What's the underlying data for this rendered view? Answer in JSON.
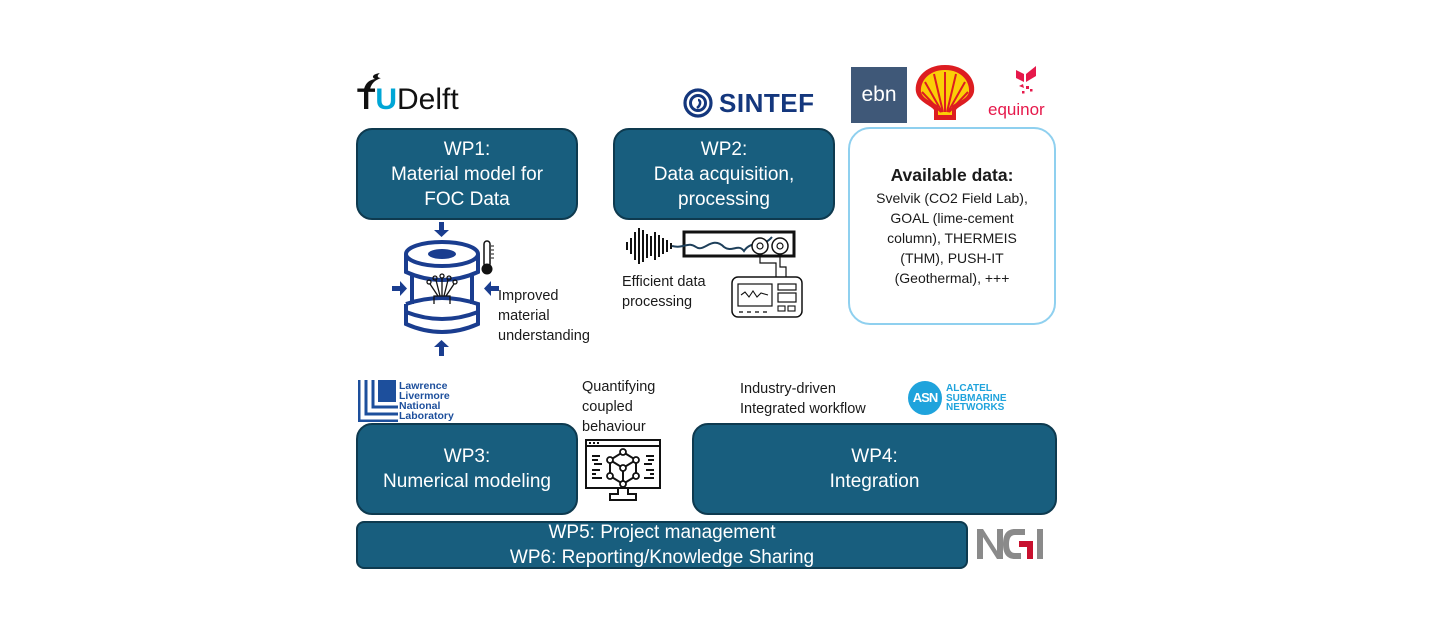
{
  "logos": {
    "tudelft": {
      "prefix": "T",
      "highlight": "U",
      "suffix": "Delft"
    },
    "sintef": {
      "text": "SINTEF"
    },
    "ebn": {
      "text": "ebn"
    },
    "equinor": {
      "text": "equinor"
    },
    "llnl": {
      "lines": [
        "Lawrence",
        "Livermore",
        "National",
        "Laboratory"
      ]
    },
    "asn": {
      "mark": "ASN",
      "lines": [
        "ALCATEL",
        "SUBMARINE",
        "NETWORKS"
      ]
    },
    "ngi": {
      "text": "NGI"
    }
  },
  "work_packages": {
    "wp1": {
      "lines": [
        "WP1:",
        "Material model for",
        "FOC Data"
      ]
    },
    "wp2": {
      "lines": [
        "WP2:",
        "Data acquisition,",
        "processing"
      ]
    },
    "wp3": {
      "lines": [
        "WP3:",
        "Numerical modeling"
      ]
    },
    "wp4": {
      "lines": [
        "WP4:",
        "Integration"
      ]
    },
    "wp56": {
      "lines": [
        "WP5: Project management",
        "WP6: Reporting/Knowledge Sharing"
      ]
    }
  },
  "available_data": {
    "title": "Available data:",
    "lines": [
      "Svelvik (CO2 Field Lab),",
      "GOAL (lime-cement",
      "column), THERMEIS",
      "(THM), PUSH-IT",
      "(Geothermal), +++"
    ]
  },
  "captions": {
    "wp1_outcome": [
      "Improved",
      "material",
      "understanding"
    ],
    "wp2_outcome": [
      "Efficient data",
      "processing"
    ],
    "wp3_outcome": [
      "Quantifying",
      "coupled",
      "behaviour"
    ],
    "wp4_outcome": [
      "Industry-driven",
      "Integrated workflow"
    ]
  },
  "colors": {
    "wp_fill": "#185e7e",
    "wp_border": "#0e3a4f",
    "data_border": "#8fd0ef",
    "icon_blue": "#1a3d8f",
    "tudelft_blue": "#00a6d6",
    "sintef_navy": "#14377d",
    "ebn_slate": "#3f5878",
    "shell_red": "#dd1d21",
    "shell_yellow": "#fbce07",
    "equinor_red": "#e6194b",
    "llnl_blue": "#1d4f9c",
    "asn_blue": "#1fa3dc",
    "ngi_gray": "#8a8a8a",
    "ngi_red": "#c8102e"
  }
}
